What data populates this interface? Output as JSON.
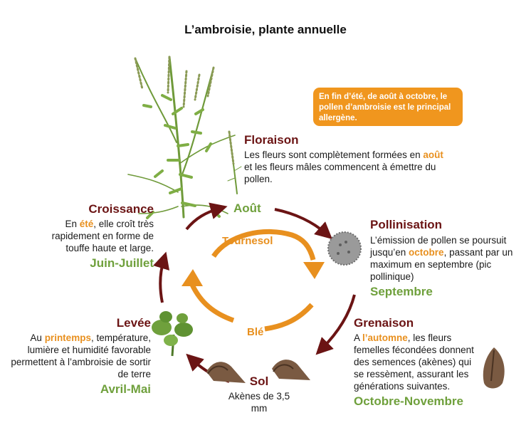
{
  "title": "L’ambroisie, plante annuelle",
  "callout": "En fin d’été, de août à octobre, le pollen d’ambroisie est le principal allergène.",
  "colors": {
    "stage_title": "#6b1414",
    "period": "#6fa03c",
    "highlight": "#e8901f",
    "callout_bg": "#f0961e",
    "outer_arrow": "#6b1414",
    "inner_arrow": "#e8901f"
  },
  "months_ring": {
    "top": "Août",
    "right": "Septembre",
    "bottom": "Sol",
    "left": "Juin-Juillet"
  },
  "inner_cycle": {
    "top": "Tournesol",
    "bottom": "Blé"
  },
  "stages": {
    "floraison": {
      "title": "Floraison",
      "pre": "Les fleurs sont complètement formées en ",
      "highlight": "août",
      "post": " et les fleurs mâles commencent à émettre du pollen."
    },
    "pollinisation": {
      "title": "Pollinisation",
      "pre": "L’émission de pollen se poursuit jusqu’en ",
      "highlight": "octobre",
      "post": ", passant par un maximum en septembre (pic pollinique)",
      "period": "Septembre"
    },
    "grenaison": {
      "title": "Grenaison",
      "pre": "A ",
      "highlight": "l’automne",
      "post": ", les fleurs femelles fécondées donnent des semences (akènes) qui se ressèment, assurant les générations suivantes.",
      "period": "Octobre-Novembre"
    },
    "sol": {
      "title": "Sol",
      "text": "Akènes de 3,5 mm"
    },
    "levee": {
      "title": "Levée",
      "pre": "Au ",
      "highlight": "printemps",
      "post": ", température, lumière et humidité favorable permettent à l’ambroisie de sortir de terre",
      "period": "Avril-Mai"
    },
    "croissance": {
      "title": "Croissance",
      "pre": "En ",
      "highlight": "été",
      "post": ", elle croît très rapidement en forme de touffe haute et large.",
      "period": "Juin-Juillet"
    }
  },
  "icons": [
    "ragweed-plant-icon",
    "flower-spike-icon",
    "pollen-grain-icon",
    "achene-seed-icon",
    "seedling-icon"
  ]
}
